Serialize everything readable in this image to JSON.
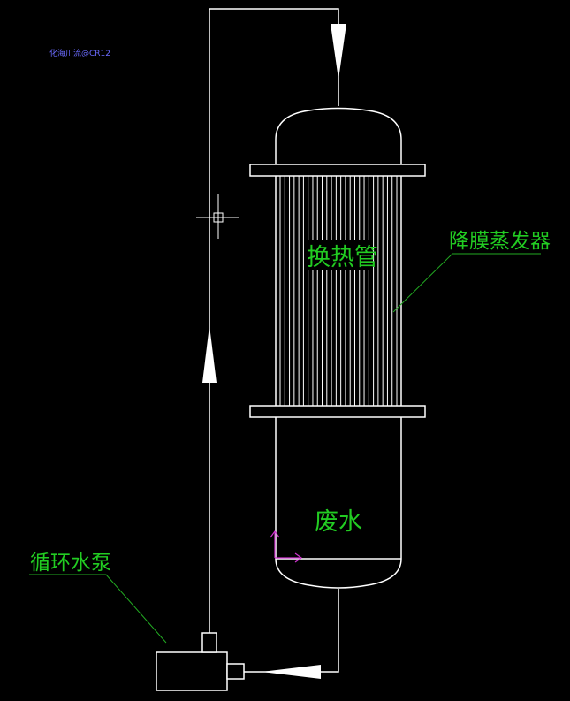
{
  "watermark": "化海川流@CR12",
  "labels": {
    "heat_exchange_tubes": "换热管",
    "falling_film_evaporator": "降膜蒸发器",
    "wastewater": "废水",
    "circulation_pump": "循环水泵"
  },
  "colors": {
    "background": "#000000",
    "lines": "#ffffff",
    "label_text": "#22cc22",
    "leader_line": "#22aa22",
    "watermark_text": "#6b6bff",
    "ucs_icon": "#cc33cc"
  },
  "tube_count": 26
}
